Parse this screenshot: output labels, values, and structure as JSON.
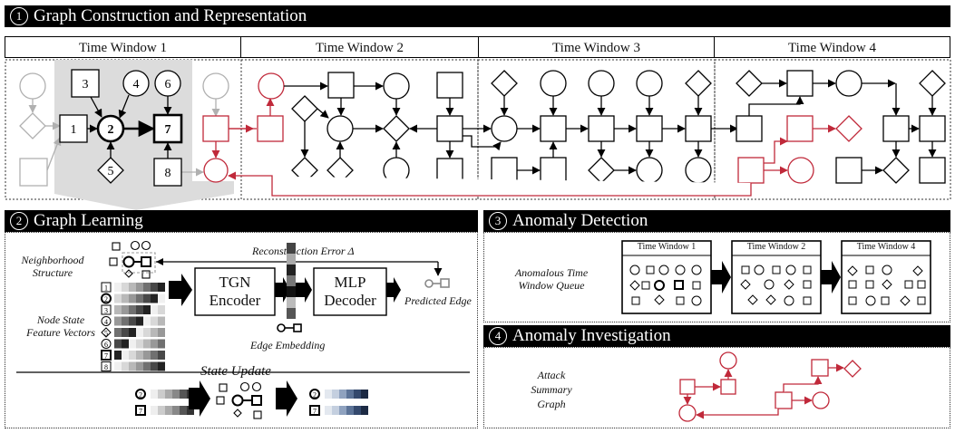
{
  "section1": {
    "number": "1",
    "title": "Graph Construction and Representation"
  },
  "time_windows": [
    "Time Window 1",
    "Time Window 2",
    "Time Window 3",
    "Time Window 4"
  ],
  "tw1_nodes": [
    "1",
    "2",
    "3",
    "4",
    "5",
    "6",
    "7",
    "8"
  ],
  "section2": {
    "number": "2",
    "title": "Graph Learning",
    "neighborhood_structure": "Neighborhood Structure",
    "reconstruction_error": "Reconstruction Error Δ",
    "tgn_encoder": "TGN Encoder",
    "mlp_decoder": "MLP Decoder",
    "predicted_edge": "Predicted Edge",
    "node_state_feature_vectors": "Node State Feature Vectors",
    "edge_embedding": "Edge Embedding",
    "state_update": "State Update"
  },
  "section3": {
    "number": "3",
    "title": "Anomaly Detection",
    "anomalous_queue": "Anomalous Time Window Queue",
    "queue_windows": [
      "Time Window 1",
      "Time Window 2",
      "Time Window 4"
    ]
  },
  "section4": {
    "number": "4",
    "title": "Anomaly Investigation",
    "attack_summary_graph": "Attack Summary Graph"
  },
  "colors": {
    "header_bg": "#000000",
    "attack": "#c0293a",
    "benign": "#000000",
    "faded": "#b0b0b0",
    "highlight_bg": "#d9d9d9"
  }
}
